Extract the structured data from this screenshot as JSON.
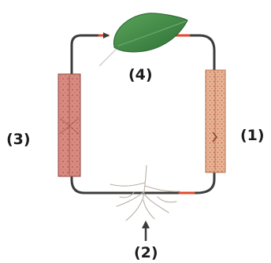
{
  "labels": {
    "leaf": "(4)",
    "left_vessel": "(3)",
    "right_vessel": "(1)",
    "root": "(2)"
  },
  "colors": {
    "loop_line": "#3c3c3c",
    "flow_arrow": "#e0482f",
    "leaf_fill": "#3f8a43",
    "vessel_left": "#d98a80",
    "vessel_right": "#e7b394",
    "root_lines": "#b9b0a4"
  }
}
